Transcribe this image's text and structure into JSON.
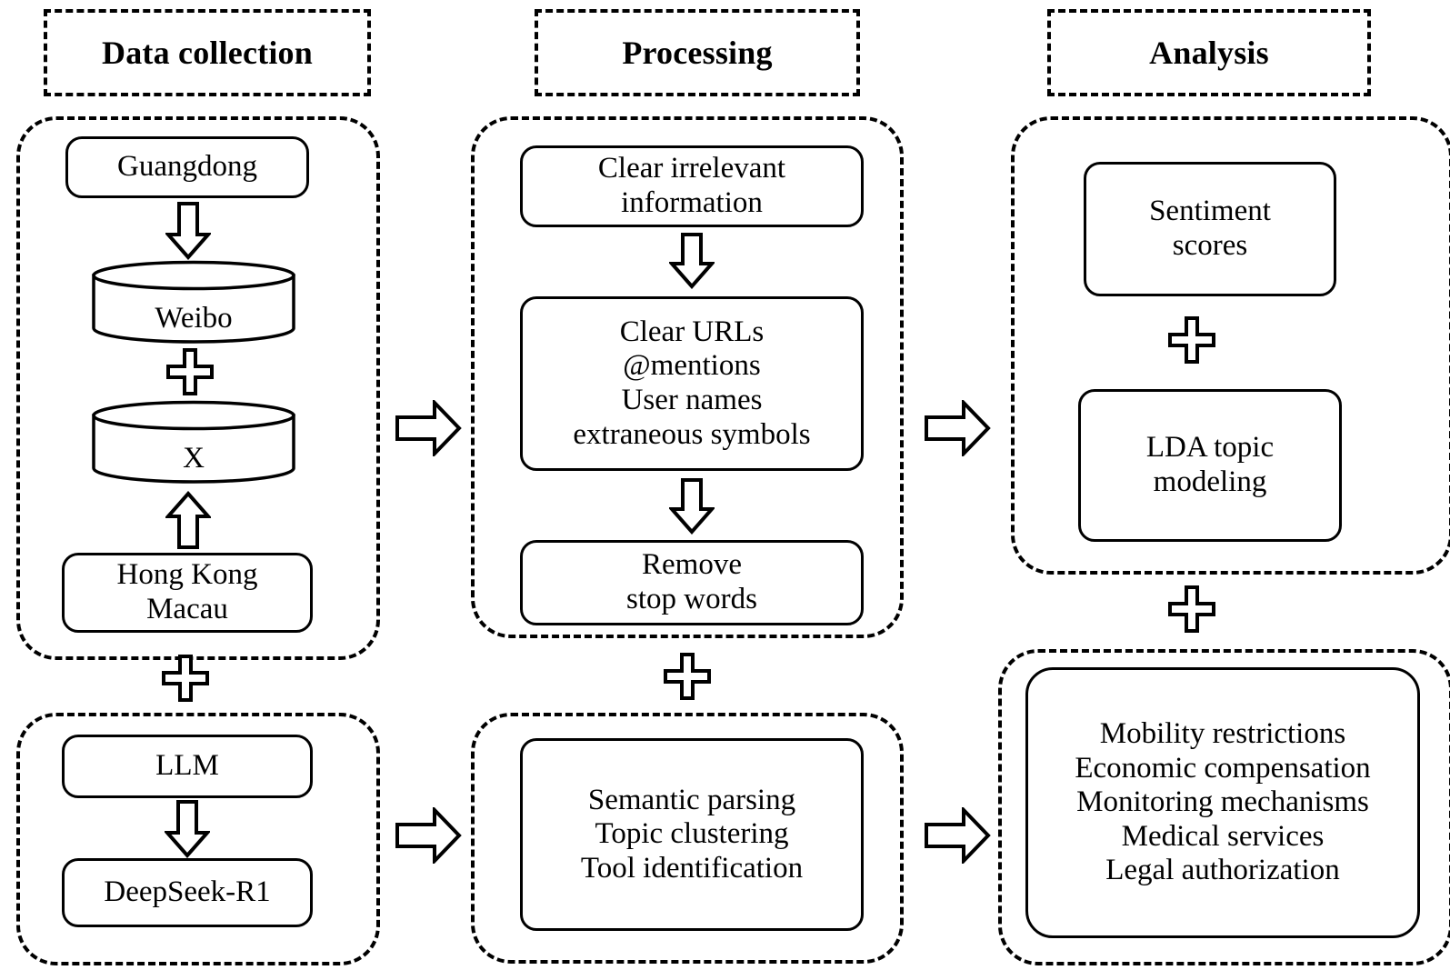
{
  "figure": {
    "type": "flowchart",
    "orientation": "left-to-right, three phases",
    "columns": [
      {
        "key": "data_collection",
        "header": "Data collection",
        "groups": [
          {
            "key": "sources",
            "nodes": [
              {
                "name": "guangdong",
                "shape": "rounded-rect",
                "lines": [
                  "Guangdong"
                ]
              },
              {
                "name": "weibo",
                "shape": "cylinder",
                "lines": [
                  "Weibo"
                ]
              },
              {
                "name": "x",
                "shape": "cylinder",
                "lines": [
                  "X"
                ]
              },
              {
                "name": "hongkong-macau",
                "shape": "rounded-rect",
                "lines": [
                  "Hong Kong",
                  "Macau"
                ]
              }
            ]
          },
          {
            "key": "llm",
            "nodes": [
              {
                "name": "llm",
                "shape": "rounded-rect",
                "lines": [
                  "LLM"
                ]
              },
              {
                "name": "deepseek-r1",
                "shape": "rounded-rect",
                "lines": [
                  "DeepSeek-R1"
                ]
              }
            ]
          }
        ]
      },
      {
        "key": "processing",
        "header": "Processing",
        "groups": [
          {
            "key": "cleaning",
            "nodes": [
              {
                "name": "clear-irrelevant-information",
                "shape": "rounded-rect",
                "lines": [
                  "Clear irrelevant",
                  "information"
                ]
              },
              {
                "name": "clear-urls-mentions",
                "shape": "rounded-rect",
                "lines": [
                  "Clear URLs",
                  "@mentions",
                  "User names",
                  "extraneous symbols"
                ]
              },
              {
                "name": "remove-stop-words",
                "shape": "rounded-rect",
                "lines": [
                  "Remove",
                  "stop words"
                ]
              }
            ]
          },
          {
            "key": "semantics",
            "nodes": [
              {
                "name": "semantic-tasks",
                "shape": "rounded-rect",
                "lines": [
                  "Semantic parsing",
                  "Topic clustering",
                  "Tool identification"
                ]
              }
            ]
          }
        ]
      },
      {
        "key": "analysis",
        "header": "Analysis",
        "groups": [
          {
            "key": "methods",
            "nodes": [
              {
                "name": "sentiment-scores",
                "shape": "rounded-rect",
                "lines": [
                  "Sentiment",
                  "scores"
                ]
              },
              {
                "name": "lda-topic-modeling",
                "shape": "rounded-rect",
                "lines": [
                  "LDA topic",
                  "modeling"
                ]
              }
            ]
          },
          {
            "key": "themes",
            "nodes": [
              {
                "name": "result-themes",
                "shape": "rounded-rect",
                "lines": [
                  "Mobility restrictions",
                  "Economic compensation",
                  "Monitoring mechanisms",
                  "Medical services",
                  "Legal authorization"
                ]
              }
            ]
          }
        ]
      }
    ],
    "connectors": {
      "down_arrow": "hollow-down-arrow",
      "up_arrow": "hollow-up-arrow",
      "right_arrow": "hollow-right-arrow",
      "plus": "hollow-plus"
    },
    "colors": {
      "stroke": "#000000",
      "fill": "#ffffff"
    }
  },
  "col1": {
    "header": "Data collection",
    "guangdong": "Guangdong",
    "weibo": "Weibo",
    "x": "X",
    "hk_l1": "Hong Kong",
    "hk_l2": "Macau",
    "llm": "LLM",
    "deepseek": "DeepSeek-R1"
  },
  "col2": {
    "header": "Processing",
    "clear_l1": "Clear irrelevant",
    "clear_l2": "information",
    "urls_l1": "Clear URLs",
    "urls_l2": "@mentions",
    "urls_l3": "User names",
    "urls_l4": "extraneous symbols",
    "stop_l1": "Remove",
    "stop_l2": "stop words",
    "sem_l1": "Semantic parsing",
    "sem_l2": "Topic clustering",
    "sem_l3": "Tool identification"
  },
  "col3": {
    "header": "Analysis",
    "sent_l1": "Sentiment",
    "sent_l2": "scores",
    "lda_l1": "LDA topic",
    "lda_l2": "modeling",
    "themes_l1": "Mobility restrictions",
    "themes_l2": "Economic compensation",
    "themes_l3": "Monitoring mechanisms",
    "themes_l4": "Medical services",
    "themes_l5": "Legal authorization"
  }
}
